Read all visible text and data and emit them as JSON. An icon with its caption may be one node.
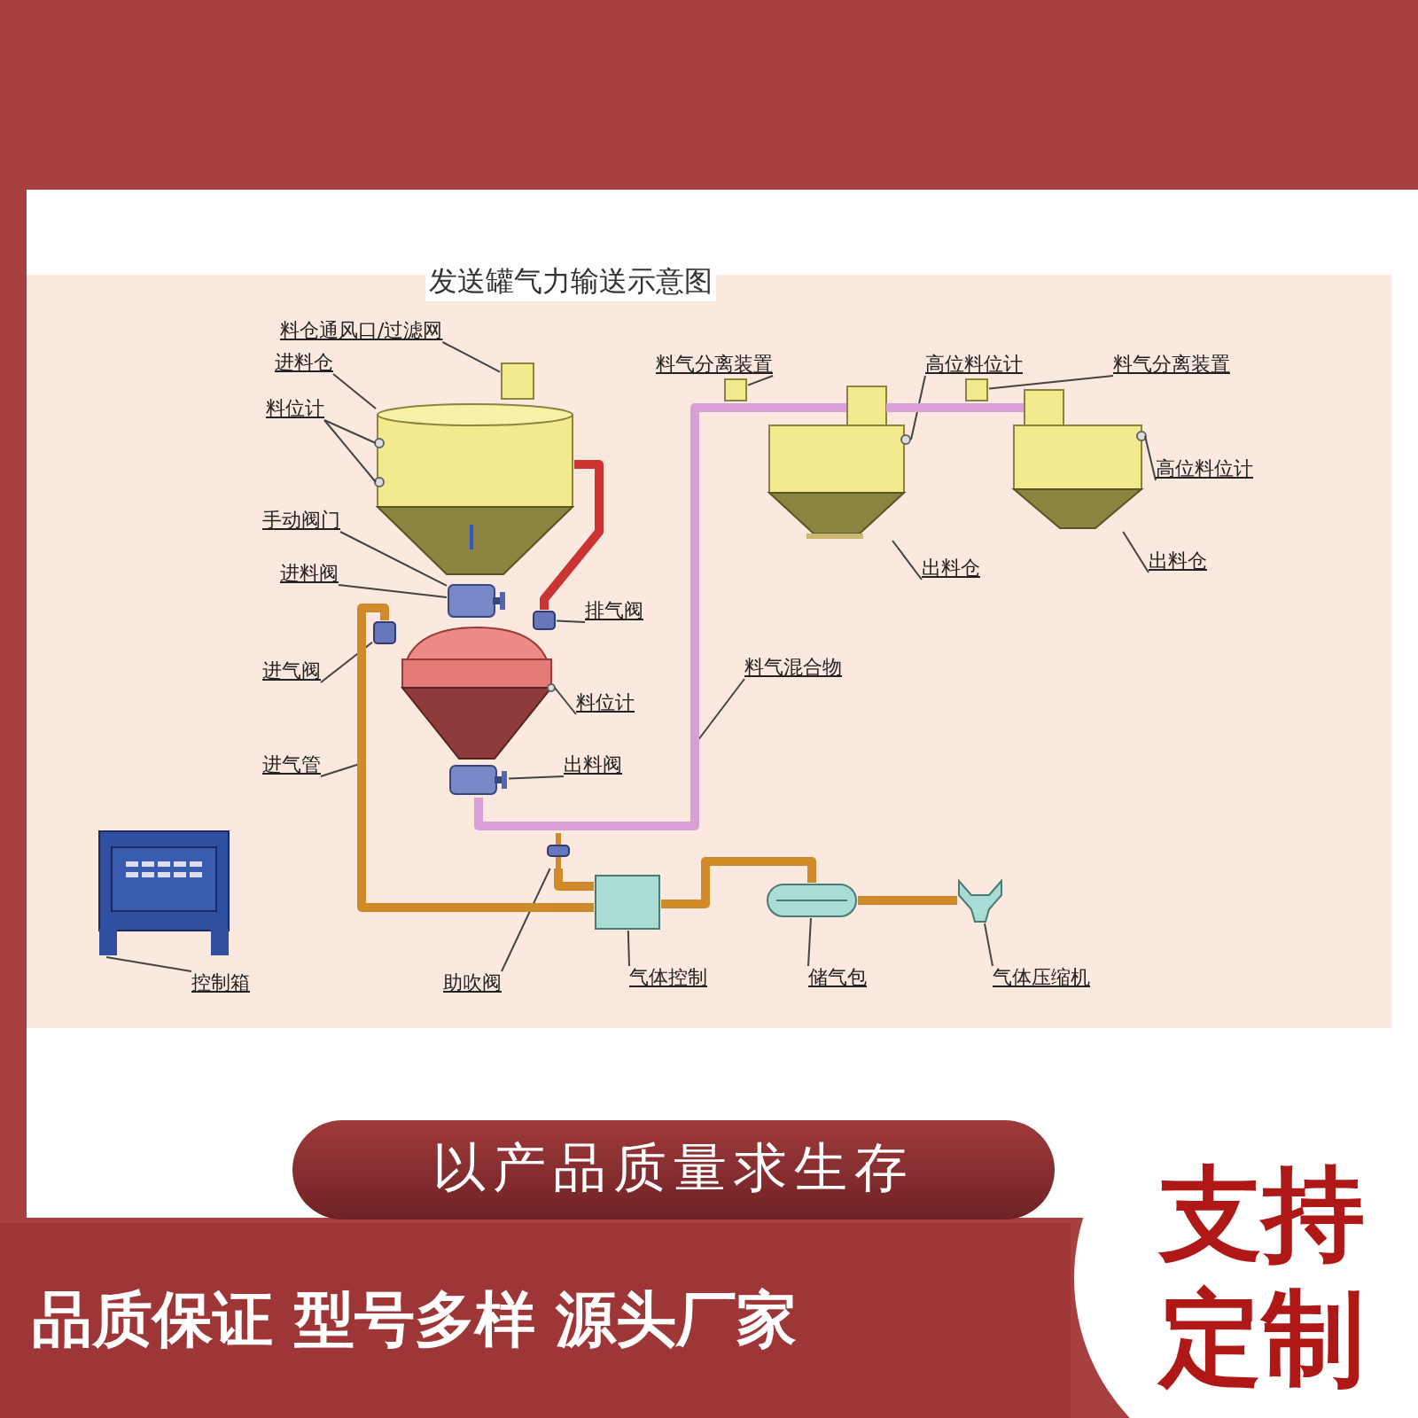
{
  "diagram": {
    "title": "发送罐气力输送示意图",
    "nodes": [
      {
        "text": [
          "料仓通风口/过滤网"
        ]
      },
      {
        "text": [],
        "shape": "box"
      },
      {
        "text": [
          "进料仓"
        ]
      },
      {
        "text": [],
        "shape": "hopper"
      },
      {
        "text": [
          "料位计"
        ]
      },
      {
        "text": [
          "料气分离装置"
        ]
      },
      {
        "text": [],
        "shape": "box"
      },
      {
        "text": [
          "高位料位计"
        ]
      },
      {
        "text": [
          "料气分离装置"
        ]
      },
      {
        "text": [],
        "shape": "box"
      },
      {
        "text": [],
        "shape": "hopper"
      },
      {
        "text": [],
        "shape": "hopper"
      },
      {
        "text": [
          "高位料位计"
        ]
      },
      {
        "text": [
          "手动阀门"
        ]
      },
      {
        "text": [
          "进料阀"
        ]
      },
      {
        "text": [],
        "shape": "valve"
      },
      {
        "text": [
          "出料仓"
        ]
      },
      {
        "text": [
          "出料仓"
        ]
      },
      {
        "text": [
          "排气阀"
        ]
      },
      {
        "text": [],
        "shape": "valve"
      },
      {
        "text": [],
        "shape": "valve"
      },
      {
        "text": [],
        "shape": "tank"
      },
      {
        "text": [
          "进气阀"
        ]
      },
      {
        "text": [
          "料气混合物"
        ]
      },
      {
        "text": [
          "料位计"
        ]
      },
      {
        "text": [
          "进气管"
        ]
      },
      {
        "text": [],
        "shape": "valve"
      },
      {
        "text": [
          "出料阀"
        ]
      },
      {
        "text": [],
        "shape": "box"
      },
      {
        "text": [],
        "shape": "valve"
      },
      {
        "text": [],
        "shape": "box"
      },
      {
        "text": [],
        "shape": "cylinder"
      },
      {
        "text": [],
        "shape": "compressor"
      },
      {
        "text": [
          "控制箱"
        ]
      },
      {
        "text": [
          "助吹阀"
        ]
      },
      {
        "text": [
          "气体控制"
        ]
      },
      {
        "text": [
          "储气包"
        ]
      },
      {
        "text": [
          "气体压缩机"
        ]
      },
      {
        "text": [
          "以产品质量求生存"
        ]
      },
      {
        "text": [
          "品质保证 型号多样 源头厂家"
        ]
      },
      {
        "text": [
          "支持定制"
        ]
      }
    ],
    "edges": [
      {
        "from": 0,
        "to": 1,
        "arrow": "none"
      },
      {
        "from": 2,
        "to": 3,
        "arrow": "none"
      },
      {
        "from": 4,
        "to": 3,
        "arrow": "none"
      },
      {
        "from": 4,
        "to": 3,
        "arrow": "none"
      },
      {
        "from": 5,
        "to": 6,
        "arrow": "none"
      },
      {
        "from": 7,
        "to": 10,
        "arrow": "none"
      },
      {
        "from": 8,
        "to": 9,
        "arrow": "none"
      },
      {
        "from": 12,
        "to": 11,
        "arrow": "none"
      },
      {
        "from": 13,
        "to": 15,
        "arrow": "none"
      },
      {
        "from": 14,
        "to": 15,
        "arrow": "none"
      },
      {
        "from": 16,
        "to": 10,
        "arrow": "none"
      },
      {
        "from": 17,
        "to": 11,
        "arrow": "none"
      },
      {
        "from": 18,
        "to": 19,
        "arrow": "none"
      },
      {
        "from": 22,
        "to": 20,
        "arrow": "none"
      },
      {
        "from": 23,
        "to": null,
        "arrow": "none"
      },
      {
        "from": 24,
        "to": 21,
        "arrow": "none"
      },
      {
        "from": 25,
        "to": null,
        "arrow": "none"
      },
      {
        "from": 27,
        "to": 26,
        "arrow": "none"
      },
      {
        "from": 33,
        "to": 28,
        "arrow": "none"
      },
      {
        "from": 34,
        "to": 29,
        "arrow": "none"
      },
      {
        "from": 35,
        "to": 30,
        "arrow": "none"
      },
      {
        "from": 36,
        "to": 31,
        "arrow": "none"
      },
      {
        "from": 37,
        "to": 32,
        "arrow": "none"
      },
      {
        "from": 19,
        "to": 3,
        "arrow": "none",
        "style": "thick",
        "color": "#cc3333"
      },
      {
        "from": 26,
        "to": 10,
        "arrow": "none",
        "style": "thick",
        "color": "#d8a0d4"
      },
      {
        "from": 10,
        "to": 11,
        "arrow": "none",
        "style": "thick",
        "color": "#d8a0d4"
      },
      {
        "from": 30,
        "to": 20,
        "arrow": "none",
        "style": "thick",
        "color": "#d08a2a"
      },
      {
        "from": 30,
        "to": 29,
        "arrow": "none",
        "style": "thick",
        "color": "#d08a2a"
      },
      {
        "from": 31,
        "to": 30,
        "arrow": "none",
        "style": "thick",
        "color": "#d08a2a"
      },
      {
        "from": 32,
        "to": 31,
        "arrow": "none",
        "style": "thick",
        "color": "#d08a2a"
      }
    ]
  }
}
